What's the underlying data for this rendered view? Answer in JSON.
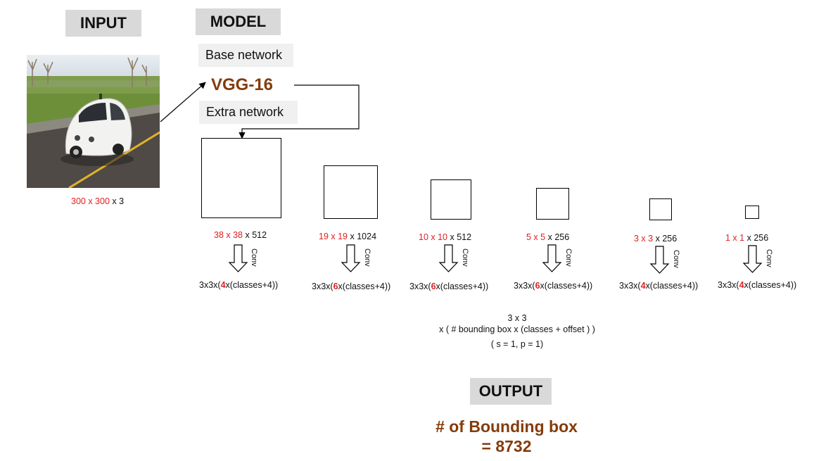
{
  "headers": {
    "input": "INPUT",
    "model": "MODEL",
    "output": "OUTPUT"
  },
  "base_network": "Base network",
  "backbone": "VGG-16",
  "extra_network": "Extra network",
  "input_size": {
    "dims": "300 x 300",
    "channels": "x 3"
  },
  "conv_label": "Conv",
  "feature_maps": [
    {
      "dims": "38 x 38",
      "channels": "x 512",
      "head_pre": "3x3x(",
      "boxes": "4",
      "head_post": "x(classes+4))"
    },
    {
      "dims": "19 x 19",
      "channels": "x 1024",
      "head_pre": "3x3x(",
      "boxes": "6",
      "head_post": "x(classes+4))"
    },
    {
      "dims": "10 x 10",
      "channels": "x 512",
      "head_pre": "3x3x(",
      "boxes": "6",
      "head_post": "x(classes+4))"
    },
    {
      "dims": "5 x 5",
      "channels": "x 256",
      "head_pre": "3x3x(",
      "boxes": "6",
      "head_post": "x(classes+4))"
    },
    {
      "dims": "3 x 3",
      "channels": "x 256",
      "head_pre": "3x3x(",
      "boxes": "4",
      "head_post": "x(classes+4))"
    },
    {
      "dims": "1 x 1",
      "channels": "x 256",
      "head_pre": "3x3x(",
      "boxes": "4",
      "head_post": "x(classes+4))"
    }
  ],
  "kernel_note": {
    "line1": "3 x 3",
    "line2": "x ( # bounding box x (classes + offset ) )",
    "line3": "( s = 1, p = 1)"
  },
  "result": {
    "line1": "# of Bounding box",
    "line2": "= 8732"
  },
  "colors": {
    "accent_brown": "#843c0c",
    "highlight_red": "#e02020",
    "header_gray": "#d9d9d9"
  }
}
